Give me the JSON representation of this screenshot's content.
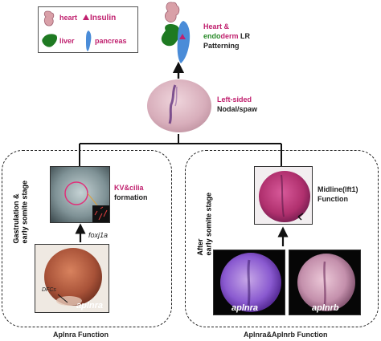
{
  "legend": {
    "heart": "heart",
    "insulin": "Insulin",
    "liver": "liver",
    "pancreas": "pancreas"
  },
  "top": {
    "heart_amp": "Heart &",
    "endo_part": "endo",
    "derm_part": "derm",
    "lr": " LR",
    "patterning": "Patterning"
  },
  "nodal": {
    "left_sided": "Left-sided",
    "nodal_spaw": "Nodal/spaw"
  },
  "left_panel": {
    "kv": "KV",
    "amp_cilia": "&cilia",
    "formation": "formation",
    "foxj1a": "foxj1a",
    "dfcs": "DFCs",
    "aplnra": "aplnra",
    "stage_line1": "Gastrulation &",
    "stage_line2": "early somite stage",
    "function": "Aplnra Function"
  },
  "right_panel": {
    "midline": "Midline(lft1)",
    "function_word": "Function",
    "stage_line1": "After",
    "stage_line2": "early somite stage",
    "aplnra": "aplnra",
    "aplnrb": "aplnrb",
    "function": "Aplnra&Aplnrb Function"
  },
  "colors": {
    "label_magenta": "#c0206e",
    "endo_green": "#2a8a2a",
    "heart_pink": "#d9a0a8",
    "liver_green": "#1e7a22",
    "pancreas_blue": "#4a8cd8"
  }
}
